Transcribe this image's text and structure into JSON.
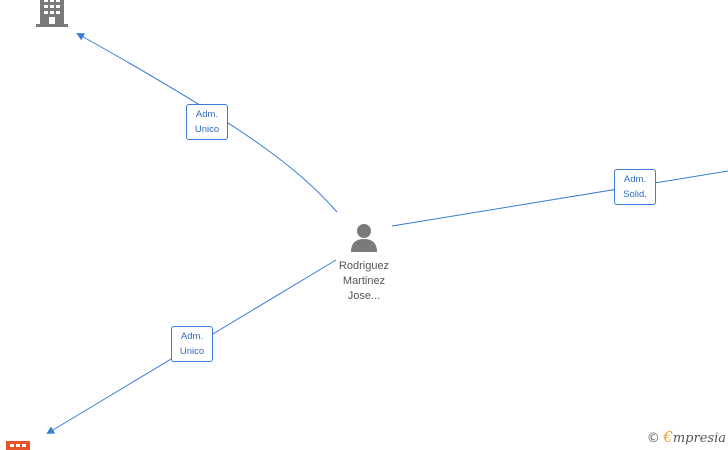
{
  "center_person": {
    "name_lines": [
      "Rodriguez",
      "Martinez",
      "Jose..."
    ]
  },
  "edges": [
    {
      "label_lines": [
        "Adm.",
        "Unico"
      ]
    },
    {
      "label_lines": [
        "Adm.",
        "Solid."
      ]
    },
    {
      "label_lines": [
        "Adm.",
        "Unico"
      ]
    }
  ],
  "colors": {
    "edge": "#3a7bd5",
    "label_text": "#2e6bbf",
    "icon_gray": "#7a7a7a",
    "company_orange": "#e8542a",
    "brand_orange": "#f29c1f"
  },
  "watermark": {
    "copyright_symbol": "©",
    "brand_first": "€",
    "brand_rest": "mpresia"
  }
}
